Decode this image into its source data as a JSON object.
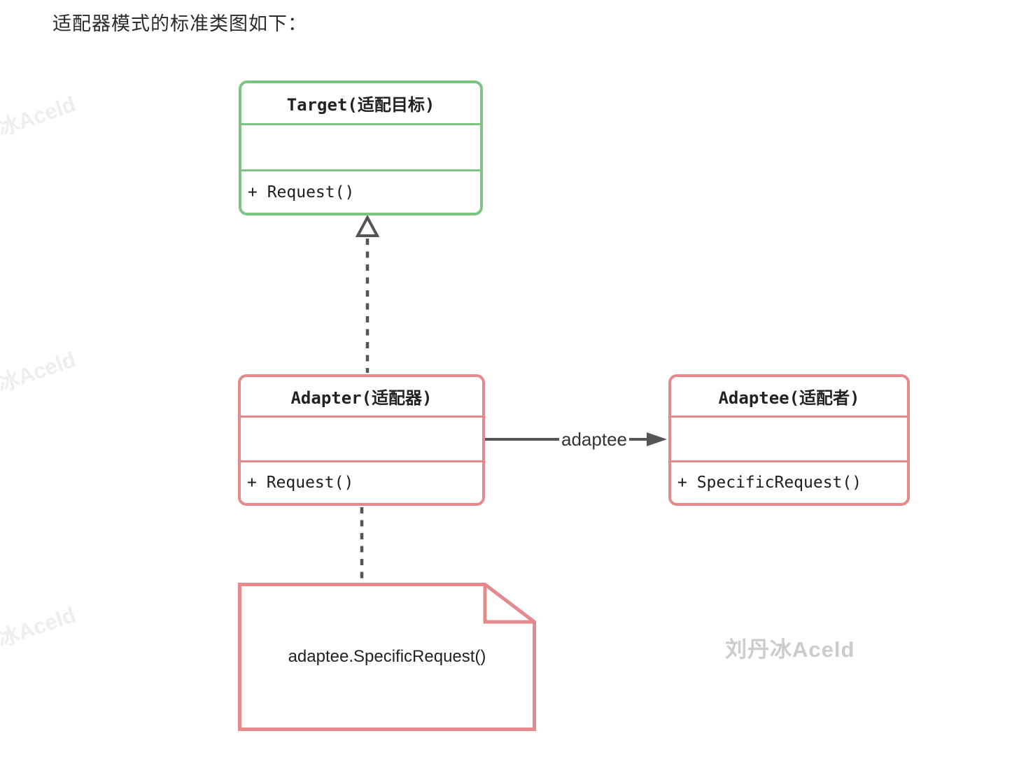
{
  "page": {
    "title": "适配器模式的标准类图如下："
  },
  "diagram": {
    "classes": [
      {
        "id": "target",
        "name": "Target(适配目标)",
        "attributes": "",
        "methods": [
          "+ Request()"
        ],
        "border_color": "#7CC47F"
      },
      {
        "id": "adapter",
        "name": "Adapter(适配器)",
        "attributes": "",
        "methods": [
          "+ Request()"
        ],
        "border_color": "#E5898D"
      },
      {
        "id": "adaptee",
        "name": "Adaptee(适配者)",
        "attributes": "",
        "methods": [
          "+ SpecificRequest()"
        ],
        "border_color": "#E5898D"
      }
    ],
    "relations": [
      {
        "type": "realization",
        "from": "adapter",
        "to": "target",
        "label": "",
        "style": "dashed-hollow-triangle"
      },
      {
        "type": "association",
        "from": "adapter",
        "to": "adaptee",
        "label": "adaptee",
        "style": "solid-filled-arrow"
      },
      {
        "type": "note-anchor",
        "from": "adapter",
        "to": "note",
        "label": "",
        "style": "dashed"
      }
    ],
    "note": {
      "text": "adaptee.SpecificRequest()"
    },
    "line_color": "#555555"
  },
  "watermarks": {
    "bottom_right": "刘丹冰Aceld",
    "left_edge": "刘丹冰Aceld"
  }
}
